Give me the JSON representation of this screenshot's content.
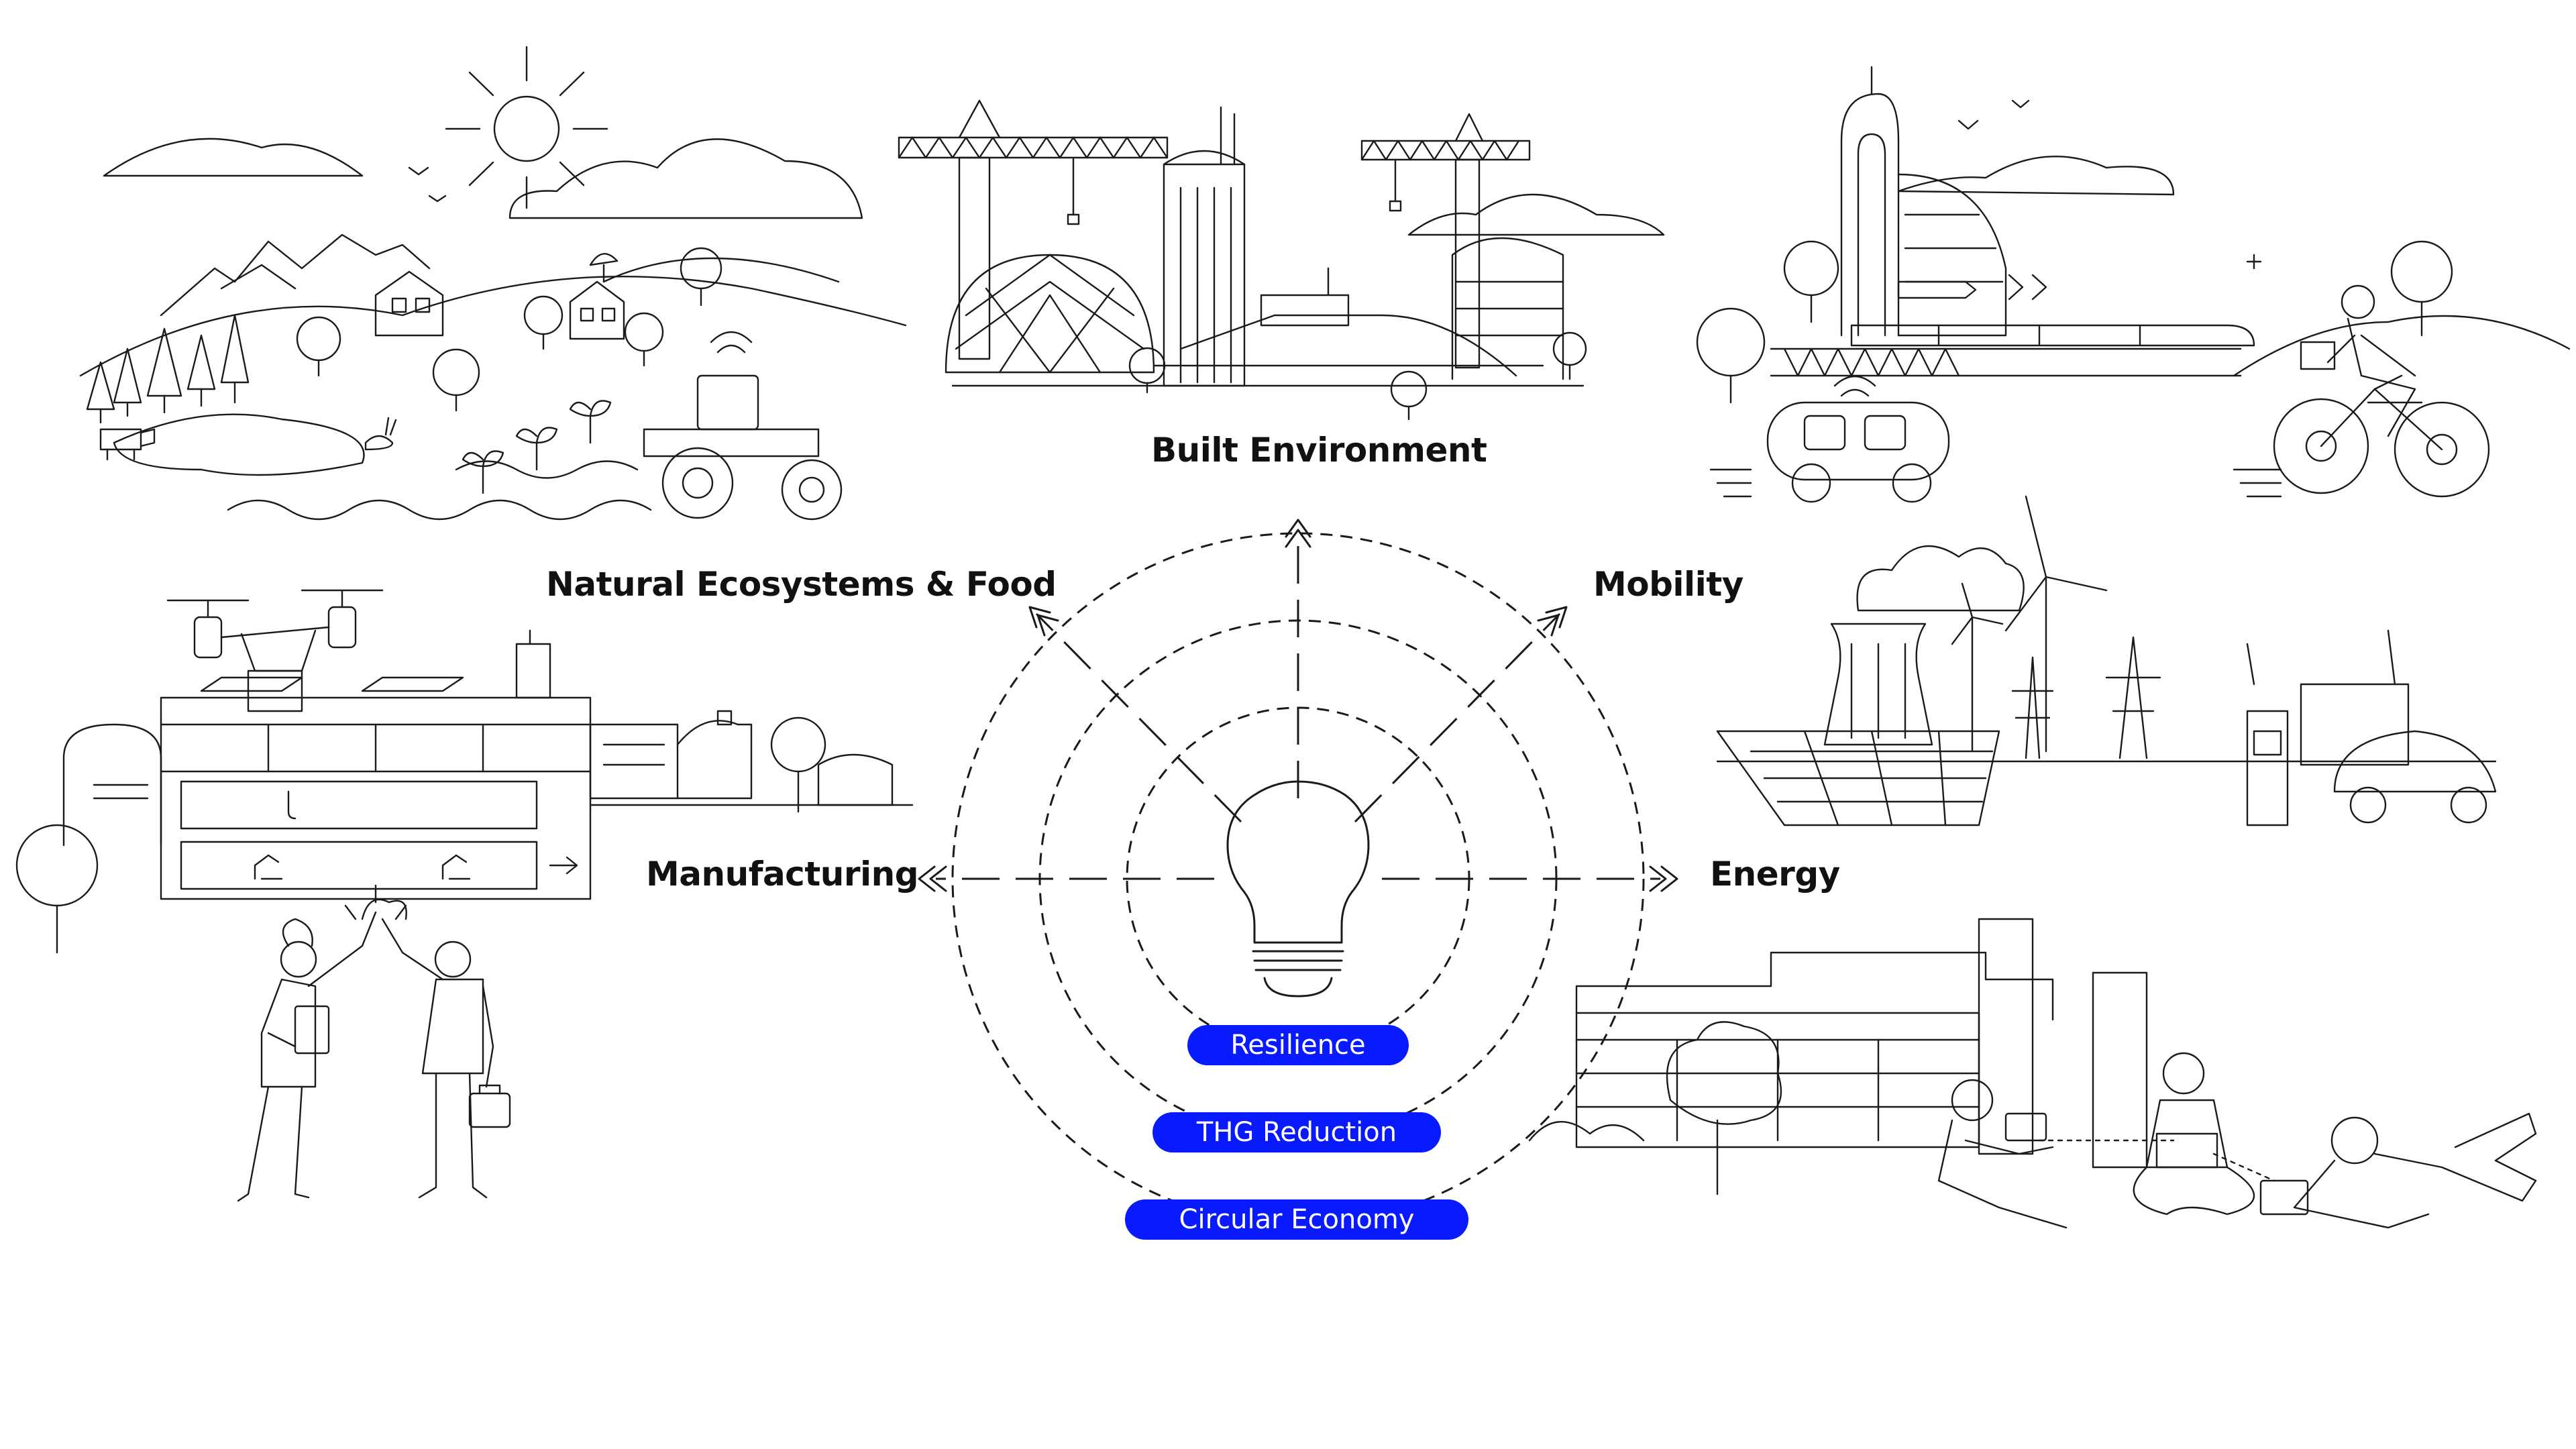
{
  "theme": {
    "ink": "#1a1a1a",
    "accent": "#0a1aff",
    "background": "#ffffff"
  },
  "center_icon": "lightbulb-icon",
  "sectors": [
    {
      "id": "built-environment",
      "label": "Built Environment"
    },
    {
      "id": "natural-ecosystems-food",
      "label": "Natural Ecosystems & Food"
    },
    {
      "id": "mobility",
      "label": "Mobility"
    },
    {
      "id": "manufacturing",
      "label": "Manufacturing"
    },
    {
      "id": "energy",
      "label": "Energy"
    }
  ],
  "rings": [
    {
      "label": "Resilience"
    },
    {
      "label": "THG Reduction"
    },
    {
      "label": "Circular Economy"
    }
  ],
  "illustrations": [
    {
      "sector": "natural-ecosystems-food",
      "icon": "farm-landscape-icon"
    },
    {
      "sector": "built-environment",
      "icon": "construction-city-icon"
    },
    {
      "sector": "mobility",
      "icon": "transport-scene-icon"
    },
    {
      "sector": "manufacturing",
      "icon": "factory-icon"
    },
    {
      "sector": "manufacturing",
      "icon": "colleagues-high-five-icon"
    },
    {
      "sector": "energy",
      "icon": "power-plant-icon"
    },
    {
      "sector": "energy",
      "icon": "office-people-laptops-icon"
    }
  ]
}
